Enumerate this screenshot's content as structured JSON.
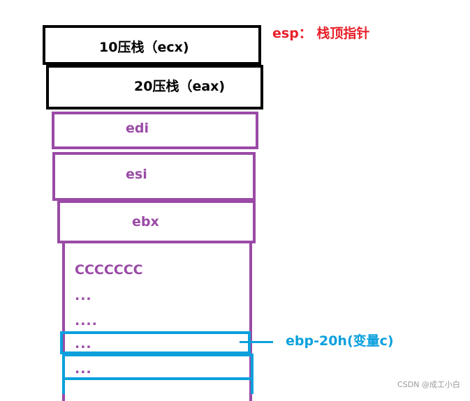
{
  "stack": {
    "esp_label": "esp： 栈顶指针",
    "frames": [
      {
        "label": "10压栈（ecx)"
      },
      {
        "label": "20压栈（eax)"
      },
      {
        "label": "edi"
      },
      {
        "label": "esi"
      },
      {
        "label": "ebx"
      }
    ],
    "locals_fill": "CCCCCCC",
    "dots_1": "...",
    "dots_2": "....",
    "dots_3": "...",
    "dots_4": "...",
    "var_c_label": "ebp-20h(变量c)"
  },
  "colors": {
    "black": "#000000",
    "purple": "#9a4aa6",
    "blue": "#0aa0dc",
    "red": "#e8202a"
  },
  "watermark": "CSDN @成工小白"
}
